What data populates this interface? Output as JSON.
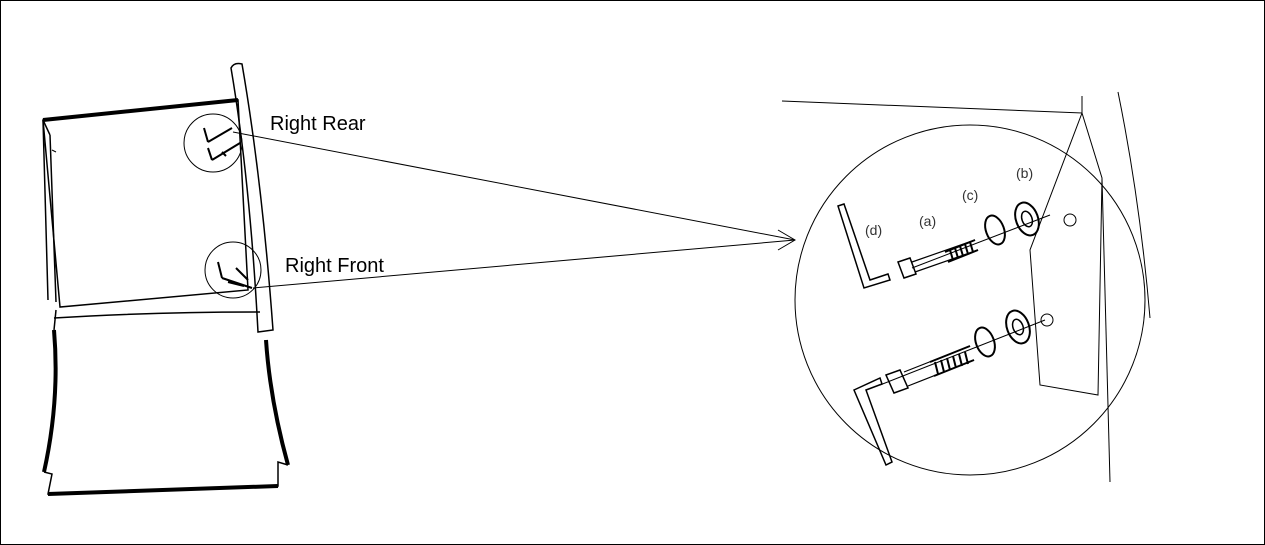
{
  "labels": {
    "right_rear": "Right Rear",
    "right_front": "Right Front"
  },
  "parts": {
    "a": "(a)",
    "b": "(b)",
    "c": "(c)",
    "d": "(d)"
  }
}
